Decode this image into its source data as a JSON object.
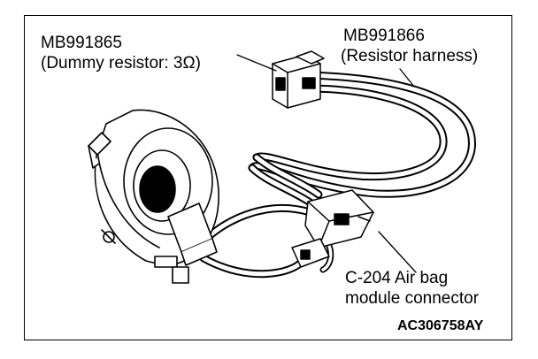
{
  "figure": {
    "resistor_part_number": "MB991865",
    "resistor_description": "(Dummy resistor: 3Ω)",
    "harness_part_number": "MB991866",
    "harness_description": "(Resistor harness)",
    "connector_line1": "C-204 Air bag",
    "connector_line2": "module connector",
    "figure_code": "AC306758AY"
  }
}
